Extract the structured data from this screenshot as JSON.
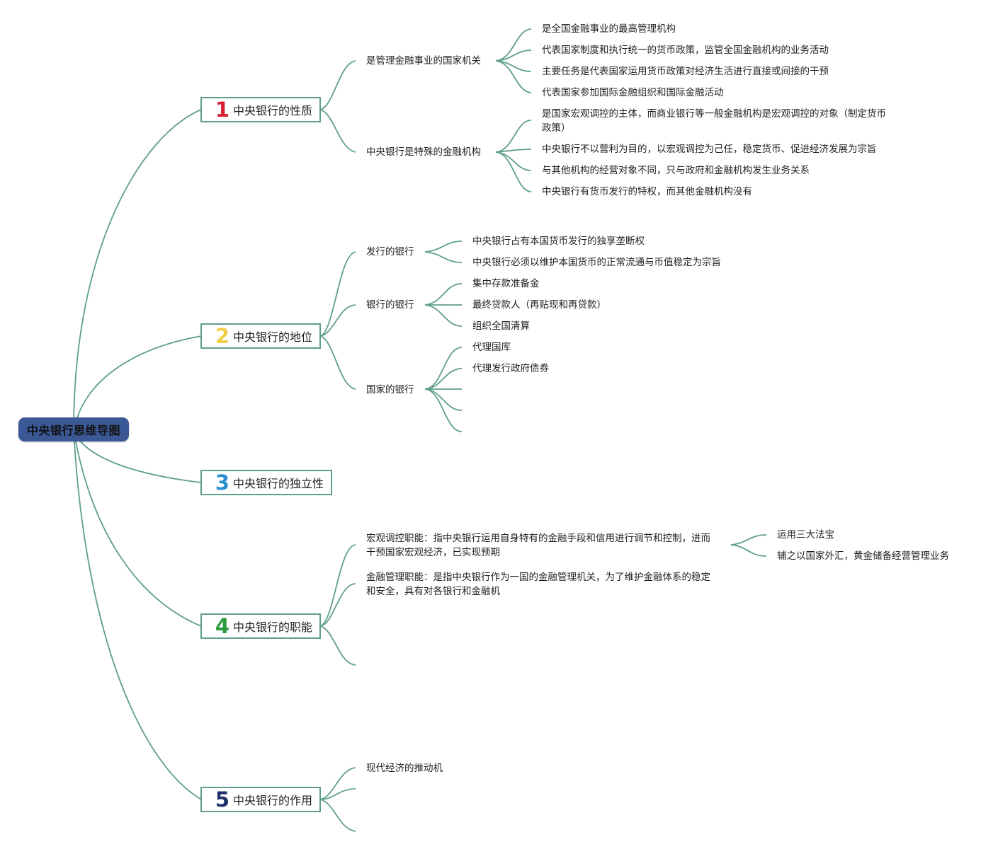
{
  "root": {
    "label": "中央银行思维导图"
  },
  "colors": {
    "root_fill": "#3b5896",
    "line": "#5f9e8d",
    "num1": "#d62034",
    "num2": "#f2cf4a",
    "num3": "#2b8fd1",
    "num4": "#2e9a3e",
    "num5": "#1f2f6e"
  },
  "topics": [
    {
      "num": "1",
      "label": "中央银行的性质",
      "subs": [
        {
          "label": "是管理金融事业的国家机关",
          "items": [
            "是全国金融事业的最高管理机构",
            "代表国家制度和执行统一的货币政策，监管全国金融机构的业务活动",
            "主要任务是代表国家运用货币政策对经济生活进行直接或间接的干预",
            "代表国家参加国际金融组织和国际金融活动"
          ]
        },
        {
          "label": "中央银行是特殊的金融机构",
          "items": [
            "是国家宏观调控的主体，而商业银行等一般金融机构是宏观调控的对象（制定货币政策）",
            "中央银行不以营利为目的，以宏观调控为己任，稳定货币、促进经济发展为宗旨",
            "与其他机构的经营对象不同，只与政府和金融机构发生业务关系",
            "中央银行有货币发行的特权，而其他金融机构没有"
          ]
        }
      ]
    },
    {
      "num": "2",
      "label": "中央银行的地位",
      "subs": [
        {
          "label": "发行的银行",
          "items": [
            "中央银行占有本国货币发行的独享垄断权",
            "中央银行必须以维护本国货币的正常流通与币值稳定为宗旨"
          ]
        },
        {
          "label": "银行的银行",
          "items": [
            "集中存款准备金",
            "最终贷款人（再贴现和再贷款）",
            "组织全国清算"
          ]
        },
        {
          "label": "国家的银行",
          "items": [
            "代理国库",
            "代理发行政府债券",
            "",
            "",
            ""
          ]
        }
      ]
    },
    {
      "num": "3",
      "label": "中央银行的独立性",
      "subs": []
    },
    {
      "num": "4",
      "label": "中央银行的职能",
      "subs": [
        {
          "label": "宏观调控职能：指中央银行运用自身特有的金融手段和信用进行调节和控制，进而干预国家宏观经济，已实现预期",
          "items": [
            "运用三大法宝",
            "辅之以国家外汇，黄金储备经营管理业务"
          ]
        },
        {
          "label": "金融管理职能：是指中央银行作为一国的金融管理机关，为了维护金融体系的稳定和安全，具有对各银行和金融机",
          "items": []
        },
        {
          "label": "",
          "items": []
        }
      ]
    },
    {
      "num": "5",
      "label": "中央银行的作用",
      "subs": [
        {
          "label": "现代经济的推动机",
          "items": []
        },
        {
          "label": "",
          "items": []
        },
        {
          "label": "",
          "items": []
        }
      ]
    }
  ]
}
